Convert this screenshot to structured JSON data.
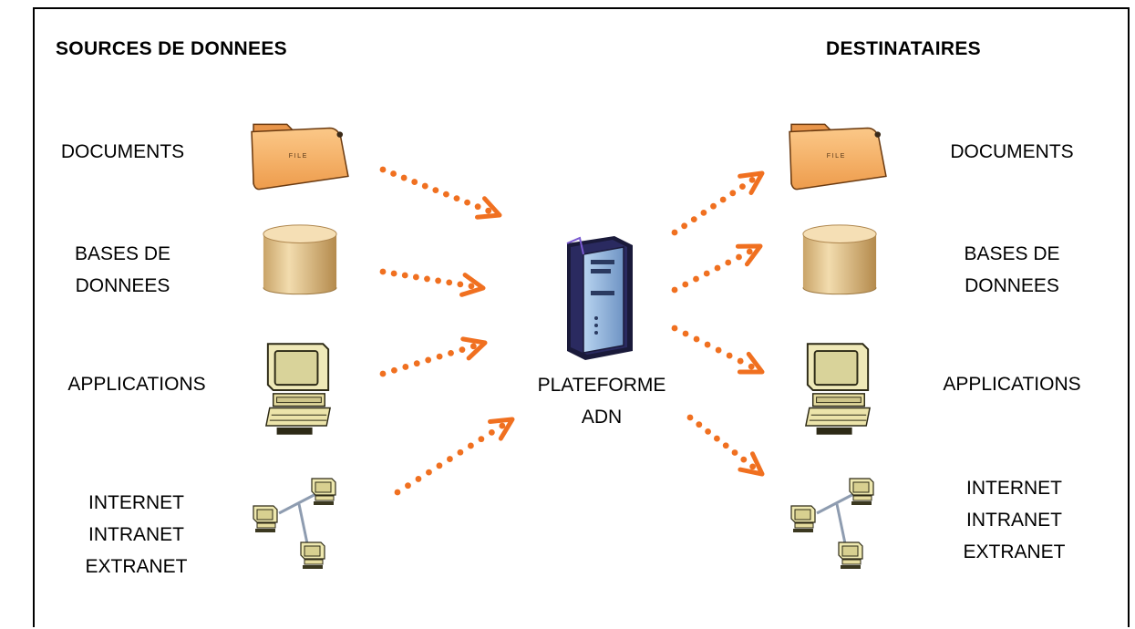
{
  "headers": {
    "sources": "SOURCES DE DONNEES",
    "destinations": "DESTINATAIRES"
  },
  "sources": [
    {
      "lines": [
        "DOCUMENTS"
      ],
      "icon": "folder-icon"
    },
    {
      "lines": [
        "BASES DE",
        "DONNEES"
      ],
      "icon": "database-icon"
    },
    {
      "lines": [
        "APPLICATIONS"
      ],
      "icon": "computer-icon"
    },
    {
      "lines": [
        "INTERNET",
        "INTRANET",
        "EXTRANET"
      ],
      "icon": "network-icon"
    }
  ],
  "destinations": [
    {
      "lines": [
        "DOCUMENTS"
      ],
      "icon": "folder-icon"
    },
    {
      "lines": [
        "BASES DE",
        "DONNEES"
      ],
      "icon": "database-icon"
    },
    {
      "lines": [
        "APPLICATIONS"
      ],
      "icon": "computer-icon"
    },
    {
      "lines": [
        "INTERNET",
        "INTRANET",
        "EXTRANET"
      ],
      "icon": "network-icon"
    }
  ],
  "center": {
    "lines": [
      "PLATEFORME",
      "ADN"
    ],
    "icon": "server-icon"
  },
  "folder_text": "FILE",
  "colors": {
    "arrow": "#f07020",
    "folder": "#f7b06a",
    "database": "#e6c48e",
    "monitor": "#efe9b8",
    "server": "#8fb4dc",
    "border": "#000000"
  }
}
